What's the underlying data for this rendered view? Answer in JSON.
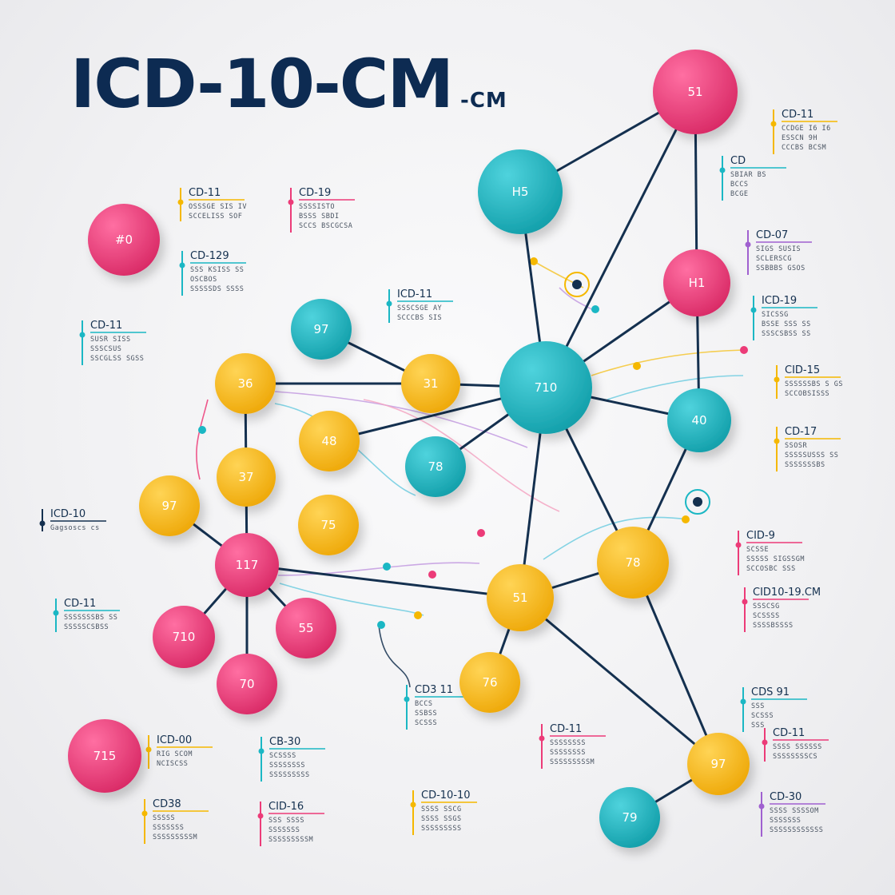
{
  "title": {
    "main": "ICD-10-CM",
    "suffix": "-CM"
  },
  "colors": {
    "pink": "#ec3b78",
    "teal": "#1bb7c4",
    "yellow": "#f9bb1d",
    "navy": "#14304f"
  },
  "nodes": [
    {
      "id": "n1",
      "label": "51",
      "color": "pink"
    },
    {
      "id": "n2",
      "label": "H5",
      "color": "teal"
    },
    {
      "id": "n3",
      "label": "H1",
      "color": "pink"
    },
    {
      "id": "n4",
      "label": "710",
      "color": "teal"
    },
    {
      "id": "n5",
      "label": "40",
      "color": "teal"
    },
    {
      "id": "n6",
      "label": "#0",
      "color": "pink"
    },
    {
      "id": "n7",
      "label": "97",
      "color": "teal"
    },
    {
      "id": "n8",
      "label": "36",
      "color": "yellow"
    },
    {
      "id": "n9",
      "label": "31",
      "color": "yellow"
    },
    {
      "id": "n10",
      "label": "48",
      "color": "yellow"
    },
    {
      "id": "n11",
      "label": "78",
      "color": "teal"
    },
    {
      "id": "n12",
      "label": "37",
      "color": "yellow"
    },
    {
      "id": "n13",
      "label": "97",
      "color": "yellow"
    },
    {
      "id": "n14",
      "label": "75",
      "color": "yellow"
    },
    {
      "id": "n15",
      "label": "117",
      "color": "pink"
    },
    {
      "id": "n16",
      "label": "55",
      "color": "pink"
    },
    {
      "id": "n17",
      "label": "710",
      "color": "pink"
    },
    {
      "id": "n18",
      "label": "70",
      "color": "pink"
    },
    {
      "id": "n19",
      "label": "51",
      "color": "yellow"
    },
    {
      "id": "n20",
      "label": "78",
      "color": "yellow"
    },
    {
      "id": "n21",
      "label": "76",
      "color": "yellow"
    },
    {
      "id": "n22",
      "label": "97",
      "color": "yellow"
    },
    {
      "id": "n23",
      "label": "79",
      "color": "teal"
    },
    {
      "id": "n24",
      "label": "715",
      "color": "pink"
    }
  ],
  "edges": [
    [
      "n1",
      "n2"
    ],
    [
      "n1",
      "n3"
    ],
    [
      "n1",
      "n4"
    ],
    [
      "n2",
      "n4"
    ],
    [
      "n3",
      "n4"
    ],
    [
      "n3",
      "n5"
    ],
    [
      "n4",
      "n5"
    ],
    [
      "n4",
      "n9"
    ],
    [
      "n4",
      "n10"
    ],
    [
      "n4",
      "n11"
    ],
    [
      "n4",
      "n19"
    ],
    [
      "n4",
      "n20"
    ],
    [
      "n5",
      "n20"
    ],
    [
      "n7",
      "n9"
    ],
    [
      "n8",
      "n9"
    ],
    [
      "n8",
      "n12"
    ],
    [
      "n12",
      "n15"
    ],
    [
      "n13",
      "n15"
    ],
    [
      "n15",
      "n16"
    ],
    [
      "n15",
      "n17"
    ],
    [
      "n15",
      "n18"
    ],
    [
      "n15",
      "n19"
    ],
    [
      "n19",
      "n20"
    ],
    [
      "n19",
      "n21"
    ],
    [
      "n19",
      "n22"
    ],
    [
      "n20",
      "n22"
    ],
    [
      "n22",
      "n23"
    ]
  ],
  "annotations": [
    {
      "id": "a1",
      "title": "CD-11",
      "lines": [
        "CCDGE I6 I6",
        "ESSCN 9H",
        "CCCBS BCSM"
      ]
    },
    {
      "id": "a2",
      "title": "CD",
      "lines": [
        "SBIAR BS",
        "BCCS",
        "BCGE"
      ]
    },
    {
      "id": "a3",
      "title": "CD-11",
      "lines": [
        "OSSSGE SIS IV",
        "SCCELISS SOF"
      ]
    },
    {
      "id": "a4",
      "title": "CD-19",
      "lines": [
        "SSSSISTO",
        "BSSS SBDI",
        "SCCS BSCGCSA"
      ]
    },
    {
      "id": "a5",
      "title": "CD-129",
      "lines": [
        "SSS    KSISS SS",
        "OSCBOS",
        "SSSSSDS SSSS"
      ]
    },
    {
      "id": "a6",
      "title": "ICD-11",
      "lines": [
        "SSSCSGE AY",
        "SCCCBS SIS"
      ]
    },
    {
      "id": "a7",
      "title": "CD-07",
      "lines": [
        "SIGS SUSIS",
        "SCLERSCG",
        "SSBBBS GSOS"
      ]
    },
    {
      "id": "a8",
      "title": "ICD-19",
      "lines": [
        "SICSSG",
        "BSSE SSS SS",
        "SSSCSBSS SS"
      ]
    },
    {
      "id": "a9",
      "title": "CD-11",
      "lines": [
        "SUSR SISS",
        "SSSCSUS",
        "SSCGLSS SGSS"
      ]
    },
    {
      "id": "a10",
      "title": "CID-15",
      "lines": [
        "SSSSSSBS S GS",
        "SCCOBSISSS"
      ]
    },
    {
      "id": "a11",
      "title": "CD-17",
      "lines": [
        "SSOSR",
        "SSSSSUSSS SS",
        "SSSSSSSBS"
      ]
    },
    {
      "id": "a12",
      "title": "ICD-10",
      "lines": [
        "Gagsoscs cs"
      ]
    },
    {
      "id": "a13",
      "title": "CID-9",
      "lines": [
        "SCSSE",
        "SSSSS SIGSSGM",
        "SCCOSBC SSS"
      ]
    },
    {
      "id": "a14",
      "title": "CID10-19.CM",
      "lines": [
        "SSSCSG",
        "SCSSSS",
        "SSSSBSSSS"
      ]
    },
    {
      "id": "a15",
      "title": "CD-11",
      "lines": [
        "SSSSSSSBS SS",
        "SSSSSCSBSS"
      ]
    },
    {
      "id": "a16",
      "title": "CD3 11",
      "lines": [
        "BCCS",
        "SSBSS",
        "SCSSS"
      ]
    },
    {
      "id": "a17",
      "title": "CDS 91",
      "lines": [
        "SSS",
        "SCSSS",
        "SSS"
      ]
    },
    {
      "id": "a18",
      "title": "CD-11",
      "lines": [
        "SSSS SSSSSS",
        "SSSSSSSSCS"
      ]
    },
    {
      "id": "a19",
      "title": "CD-11",
      "lines": [
        "SSSSSSSS",
        "SSSSSSSS",
        "SSSSSSSSSM"
      ]
    },
    {
      "id": "a20",
      "title": "ICD-00",
      "lines": [
        "RIG SCOM",
        "NCISCSS"
      ]
    },
    {
      "id": "a21",
      "title": "CB-30",
      "lines": [
        "SCSSSS",
        "SSSSSSSS",
        "SSSSSSSSS"
      ]
    },
    {
      "id": "a22",
      "title": "CD-10-10",
      "lines": [
        "SSSS SSCG",
        "SSSS SSGS",
        "SSSSSSSSS"
      ]
    },
    {
      "id": "a23",
      "title": "CD-30",
      "lines": [
        "SSSS SSSSOM",
        "SSSSSSS",
        "SSSSSSSSSSSS"
      ]
    },
    {
      "id": "a24",
      "title": "CD38",
      "lines": [
        "SSSSS",
        "SSSSSSS",
        "SSSSSSSSSM"
      ]
    },
    {
      "id": "a25",
      "title": "CID-16",
      "lines": [
        "SSS SSSS",
        "SSSSSSS",
        "SSSSSSSSSM"
      ]
    }
  ]
}
